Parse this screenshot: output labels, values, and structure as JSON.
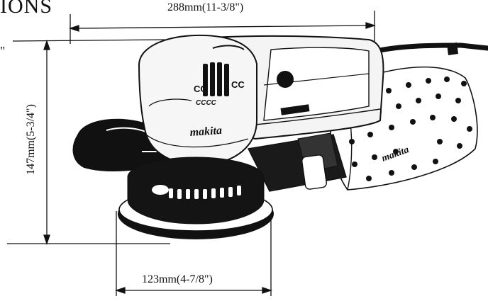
{
  "heading_fragment": "IONS",
  "edge_char": "\"",
  "dimensions": {
    "length": "288mm(11-3/8\")",
    "height": "147mm(5-3/4\")",
    "base_diameter": "123mm(4-7/8\")"
  },
  "brand": {
    "body_logo": "makita",
    "bag_logo": "makita"
  },
  "body_marks": {
    "panel_left": "CC",
    "panel_right": "CC",
    "under_mark": "CCCC"
  },
  "colors": {
    "ink": "#111111",
    "paper": "#ffffff",
    "shadow": "#222222",
    "tool_body": "#f4f4f4"
  }
}
